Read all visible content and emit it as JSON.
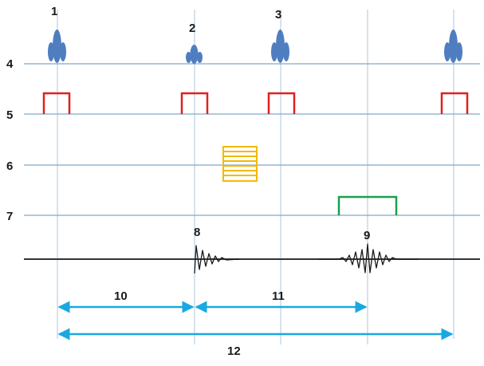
{
  "rows": [
    {
      "id": "row-4",
      "label": "4"
    },
    {
      "id": "row-5",
      "label": "5"
    },
    {
      "id": "row-6",
      "label": "6"
    },
    {
      "id": "row-7",
      "label": "7"
    }
  ],
  "pulses": [
    {
      "label": "1"
    },
    {
      "label": "2"
    },
    {
      "label": "3"
    },
    {
      "label": ""
    }
  ],
  "signals": [
    {
      "label": "8"
    },
    {
      "label": "9"
    }
  ],
  "intervals": [
    {
      "label": "10"
    },
    {
      "label": "11"
    },
    {
      "label": "12"
    }
  ],
  "colors": {
    "axis_line": "#7fa9c9",
    "pulse": "#4f7ec0",
    "gate": "#e02020",
    "gradient": "#f5b800",
    "acquisition": "#1aa04a",
    "signal": "#1a1a1a",
    "interval_arrow": "#1aa8e0"
  }
}
